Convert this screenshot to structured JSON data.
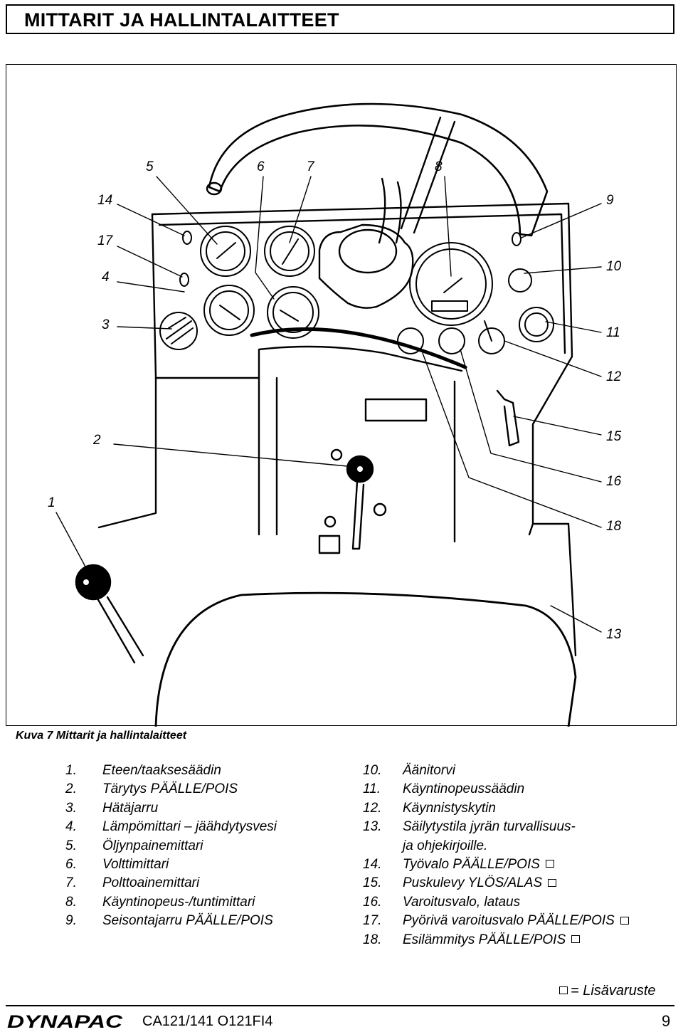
{
  "header": {
    "title": "MITTARIT JA HALLINTALAITTEET"
  },
  "figure": {
    "callouts": [
      "1",
      "2",
      "3",
      "4",
      "5",
      "6",
      "7",
      "8",
      "9",
      "10",
      "11",
      "12",
      "13",
      "14",
      "15",
      "16",
      "17",
      "18"
    ],
    "caption_bold": "Kuva 7 Mittarit ja hallintalaitteet"
  },
  "legend_left": [
    {
      "num": "1.",
      "text": "Eteen/taaksesäädin"
    },
    {
      "num": "2.",
      "text": "Tärytys  PÄÄLLE/POIS"
    },
    {
      "num": "3.",
      "text": "Hätäjarru"
    },
    {
      "num": "4.",
      "text": "Lämpömittari – jäähdytysvesi"
    },
    {
      "num": "5.",
      "text": "Öljynpainemittari"
    },
    {
      "num": "6.",
      "text": "Volttimittari"
    },
    {
      "num": "7.",
      "text": "Polttoainemittari"
    },
    {
      "num": "8.",
      "text": "Käyntinopeus-/tuntimittari"
    },
    {
      "num": "9.",
      "text": "Seisontajarru PÄÄLLE/POIS"
    }
  ],
  "legend_right": [
    {
      "num": "10.",
      "text": "Äänitorvi"
    },
    {
      "num": "11.",
      "text": "Käyntinopeussäädin"
    },
    {
      "num": "12.",
      "text": "Käynnistyskytin"
    },
    {
      "num": "13.",
      "text": "Säilytystila jyrän turvallisuus-"
    },
    {
      "num": "",
      "text": "ja ohjekirjoille."
    },
    {
      "num": "14.",
      "text": "Työvalo PÄÄLLE/POIS"
    },
    {
      "num": "15.",
      "text": "Puskulevy YLÖS/ALAS"
    },
    {
      "num": "16.",
      "text": "Varoitusvalo, lataus"
    },
    {
      "num": "17.",
      "text": "Pyörivä varoitusvalo PÄÄLLE/POIS"
    },
    {
      "num": "18.",
      "text": "Esilämmitys PÄÄLLE/POIS"
    }
  ],
  "optional_note": "= Lisävaruste",
  "footer": {
    "brand": "DYNAPAC",
    "model": "CA121/141  O121FI4",
    "page": "9"
  }
}
